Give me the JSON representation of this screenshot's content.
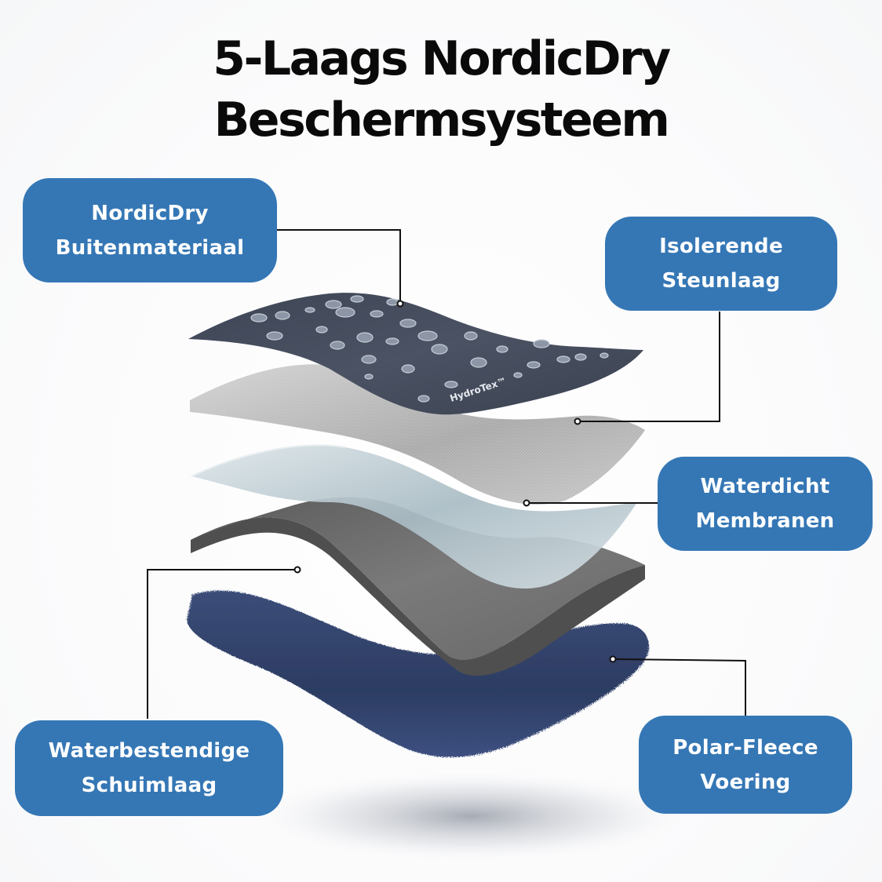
{
  "title": {
    "line1": "5-Laags NordicDry",
    "line2": "Beschermsysteem"
  },
  "labels": [
    {
      "id": "outer",
      "line1": "NordicDry",
      "line2": "Buitenmateriaal"
    },
    {
      "id": "insulation",
      "line1": "Isolerende",
      "line2": "Steunlaag"
    },
    {
      "id": "membrane",
      "line1": "Waterdicht",
      "line2": "Membranen"
    },
    {
      "id": "foam",
      "line1": "Waterbestendige",
      "line2": "Schuimlaag"
    },
    {
      "id": "fleece",
      "line1": "Polar-Fleece",
      "line2": "Voering"
    }
  ],
  "layer_brand_text": "HydroTex™",
  "colors": {
    "label_bg": "#3577b5",
    "label_text": "#ffffff",
    "title_text": "#0a0a0a",
    "outer_layer": "#434a5a",
    "insulation_layer": "#b8b8b8",
    "membrane_layer": "#c9d6dc",
    "foam_layer": "#6e6e6e",
    "fleece_layer": "#33456f",
    "leader_line": "#111111"
  }
}
